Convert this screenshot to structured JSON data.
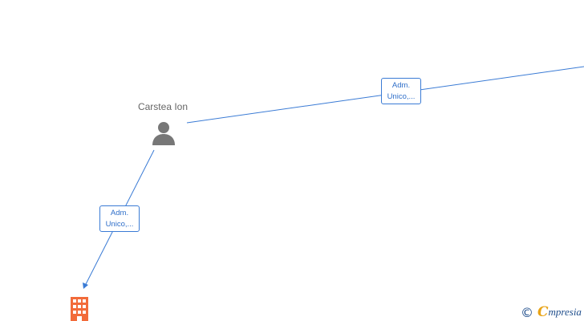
{
  "nodes": {
    "person": {
      "name": "Carstea Ion",
      "icon": "person-icon",
      "color": "#777777"
    },
    "company": {
      "icon": "building-icon",
      "color": "#f26b3a"
    }
  },
  "edges": [
    {
      "label_line1": "Adm.",
      "label_line2": "Unico,..."
    },
    {
      "label_line1": "Adm.",
      "label_line2": "Unico,..."
    }
  ],
  "edge_color": "#3a7bd5",
  "watermark": {
    "copyright_symbol": "©",
    "brand_initial": "C",
    "brand_rest": "mpresia",
    "initial_color": "#e8a316",
    "text_color": "#1f4e8c"
  }
}
